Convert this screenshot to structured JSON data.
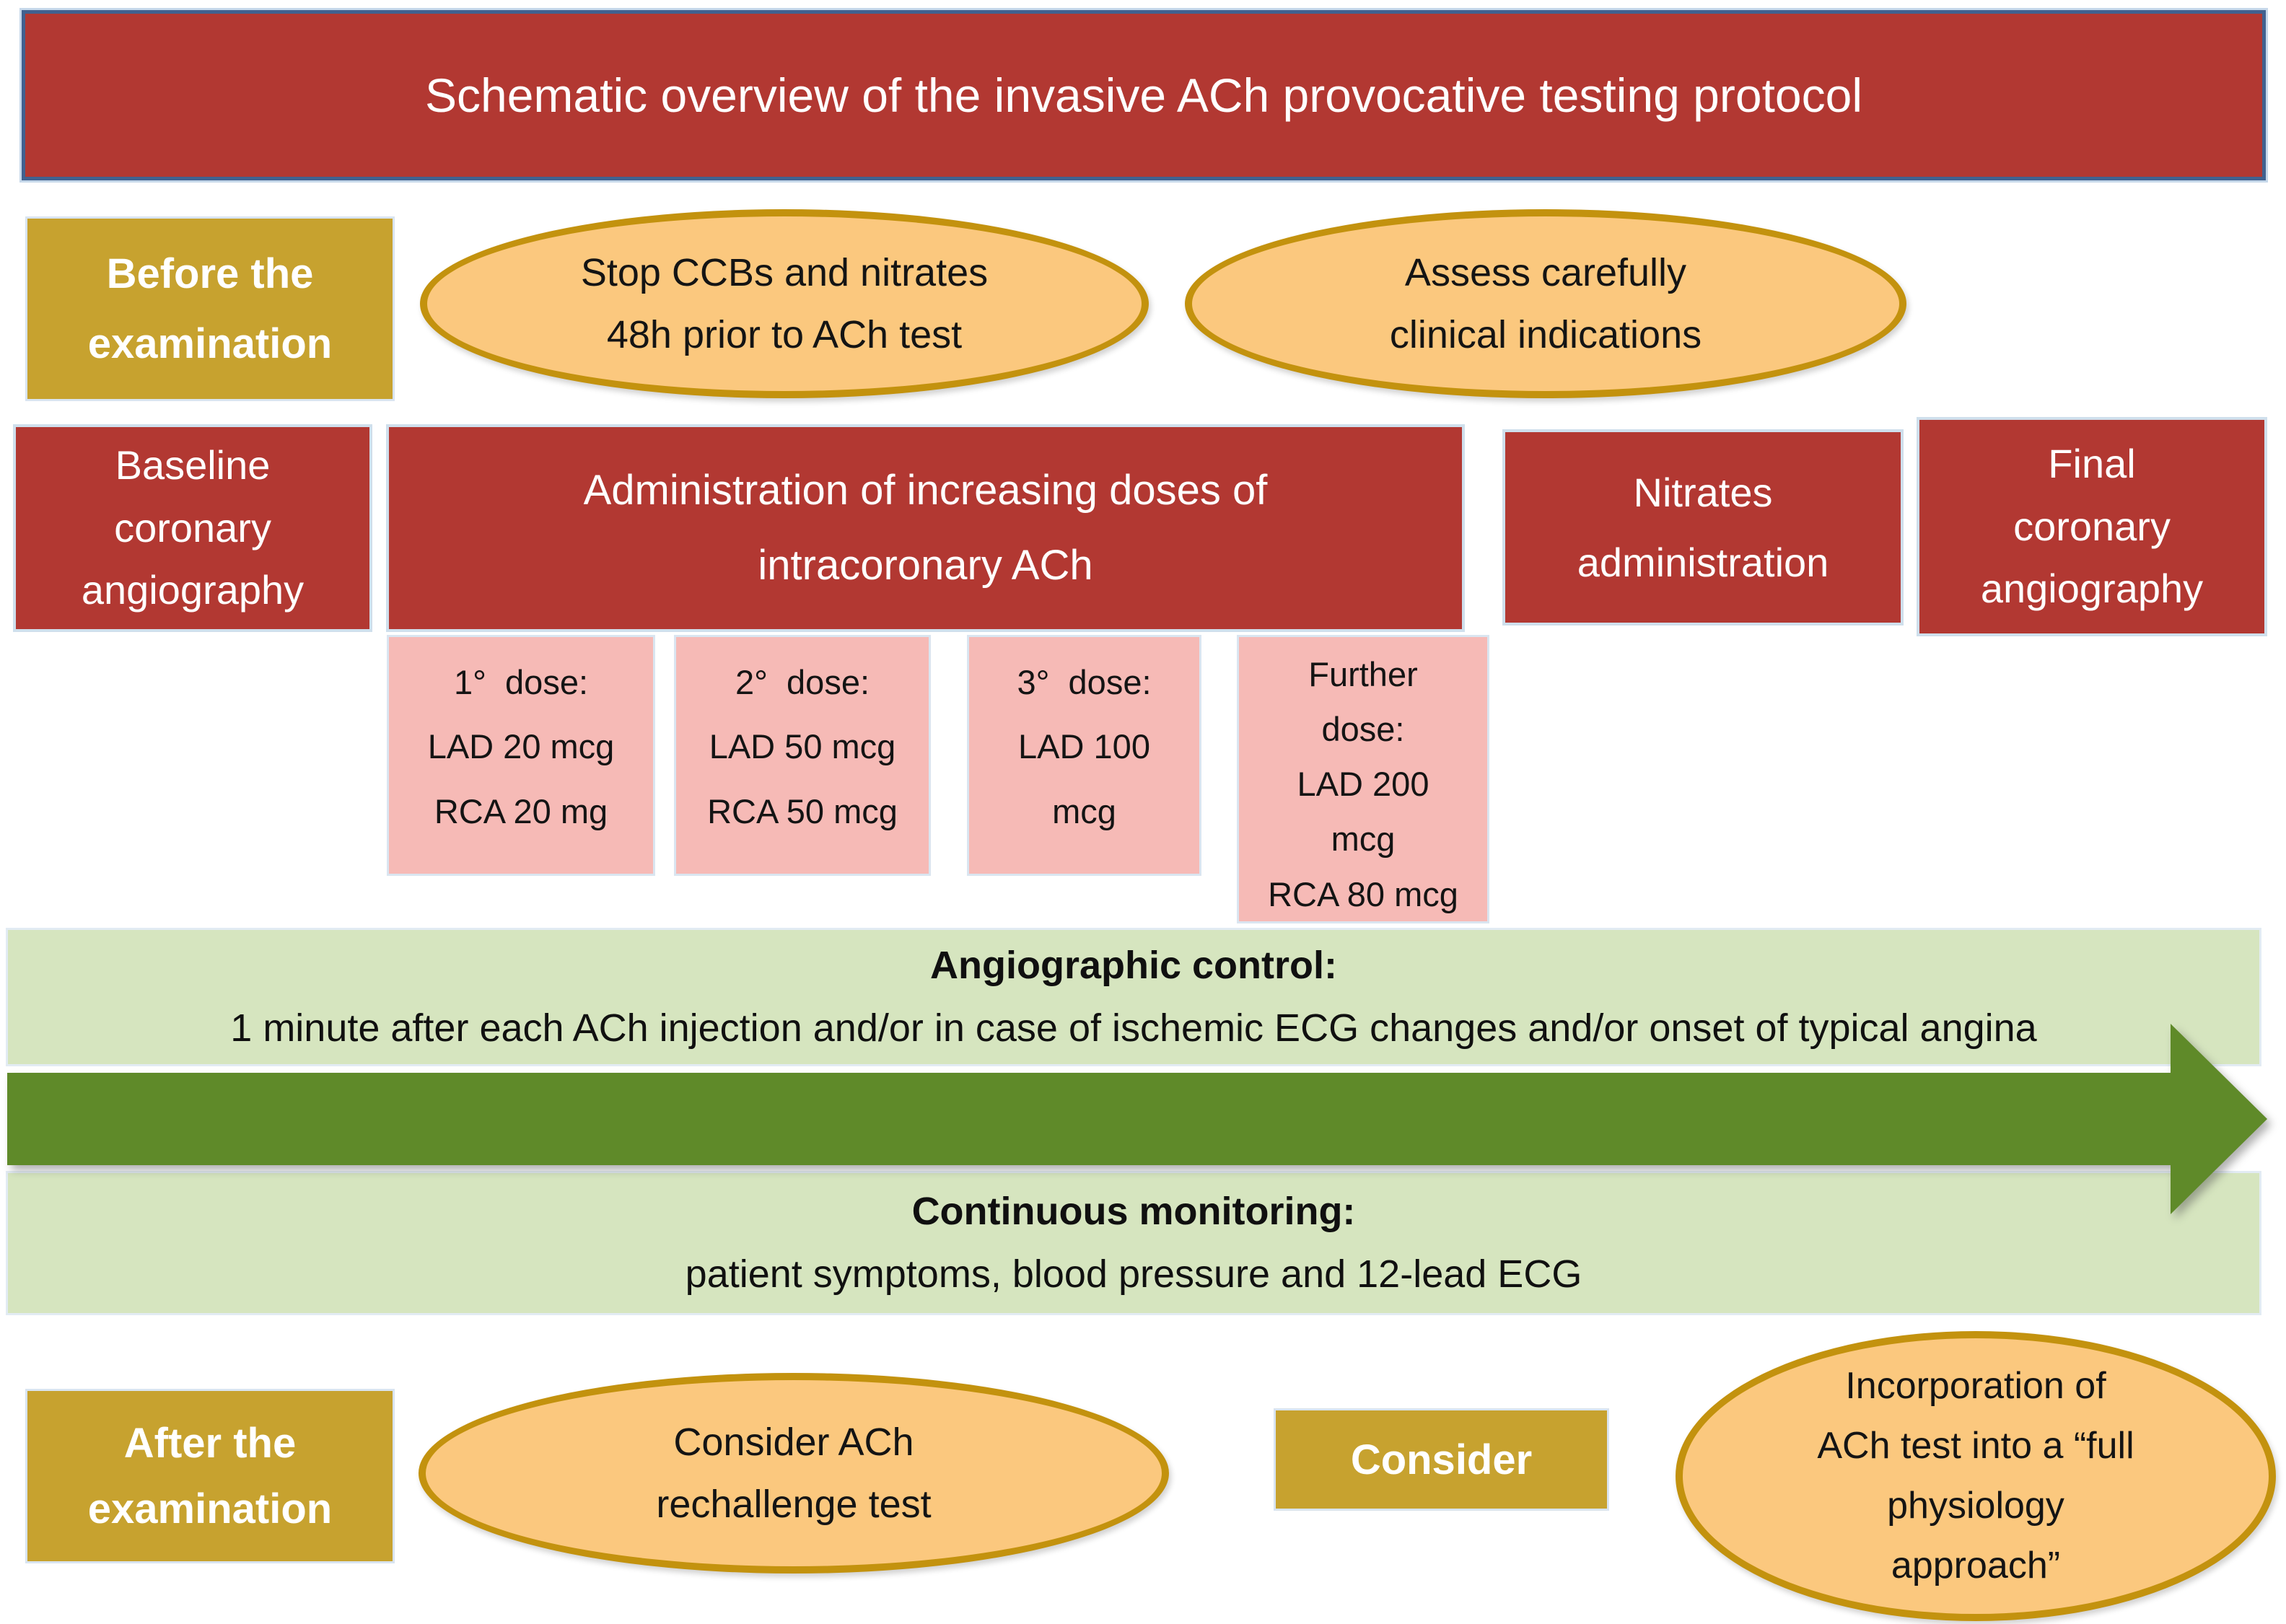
{
  "title": "Schematic overview of the invasive ACh provocative testing protocol",
  "colors": {
    "banner_red": "#b23832",
    "banner_border_blue": "#41618f",
    "gold": "#c7a22f",
    "ellipse_fill": "#fbc87e",
    "ellipse_border": "#c3920e",
    "pink": "#f6bab6",
    "light_green_band": "#d6e5bf",
    "dark_green_arrow": "#5f8a29",
    "text_on_dark": "#ffffff",
    "text_on_light": "#141414"
  },
  "before_section": {
    "label_lines": [
      "Before the",
      "examination"
    ],
    "ellipse_stop_ccbs": {
      "lines": [
        "Stop CCBs and nitrates",
        "48h prior to ACh test"
      ]
    },
    "ellipse_assess": {
      "lines": [
        "Assess carefully",
        "clinical indications"
      ]
    }
  },
  "procedure_row": {
    "boxes": [
      {
        "lines": [
          "Baseline",
          "coronary",
          "angiography"
        ]
      },
      {
        "lines": [
          "Administration of increasing doses of",
          "intracoronary ACh"
        ]
      },
      {
        "lines": [
          "Nitrates",
          "administration"
        ]
      },
      {
        "lines": [
          "Final",
          "coronary",
          "angiography"
        ]
      }
    ]
  },
  "doses": [
    {
      "lines": [
        "1°  dose:",
        "LAD 20 mcg",
        "RCA 20 mg"
      ]
    },
    {
      "lines": [
        "2°  dose:",
        "LAD 50 mcg",
        "RCA 50 mcg"
      ]
    },
    {
      "lines": [
        "3°  dose:",
        "LAD 100",
        "mcg"
      ]
    },
    {
      "lines": [
        "Further",
        "dose:",
        "LAD 200",
        "mcg",
        "RCA 80 mcg"
      ]
    }
  ],
  "angiographic_control": {
    "heading": "Angiographic control:",
    "detail": "1 minute after each ACh injection and/or in case of ischemic ECG changes and/or onset of typical angina"
  },
  "continuous_monitoring": {
    "heading": "Continuous monitoring:",
    "detail": "patient symptoms, blood pressure and 12-lead ECG"
  },
  "after_section": {
    "label_lines": [
      "After the",
      "examination"
    ],
    "ellipse_rechallenge": {
      "lines": [
        "Consider ACh",
        "rechallenge test"
      ]
    },
    "consider_label": "Consider",
    "ellipse_full_physiology": {
      "lines": [
        "Incorporation of",
        "ACh test into a “full",
        "physiology",
        "approach”"
      ]
    }
  }
}
